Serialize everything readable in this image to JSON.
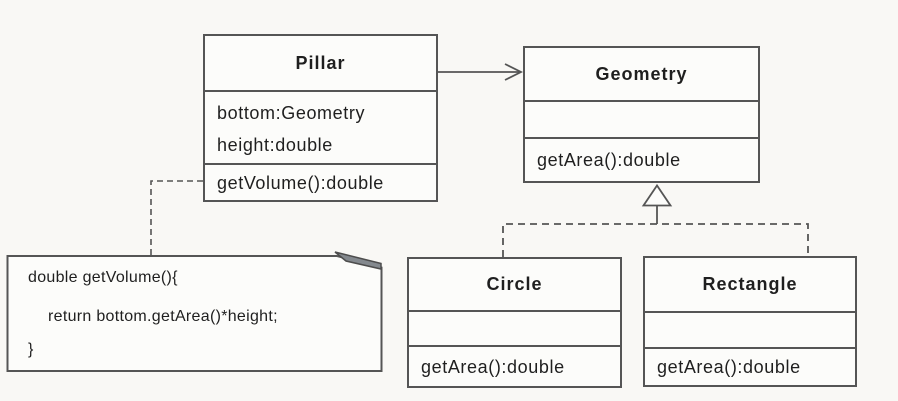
{
  "diagram": {
    "type": "uml-class-diagram",
    "classes": [
      {
        "name": "Pillar",
        "attributes": [
          "bottom:Geometry",
          "height:double"
        ],
        "methods": [
          "getVolume():double"
        ]
      },
      {
        "name": "Geometry",
        "attributes": [],
        "methods": [
          "getArea():double"
        ]
      },
      {
        "name": "Circle",
        "attributes": [],
        "methods": [
          "getArea():double"
        ]
      },
      {
        "name": "Rectangle",
        "attributes": [],
        "methods": [
          "getArea():double"
        ]
      }
    ],
    "note": {
      "lines": [
        "double getVolume(){",
        "return bottom.getArea()*height;",
        "}"
      ]
    },
    "relationships": [
      {
        "type": "association",
        "from": "Pillar",
        "to": "Geometry",
        "line": "solid",
        "head": "open-arrow"
      },
      {
        "type": "generalization",
        "from": "Circle",
        "to": "Geometry",
        "line": "dashed",
        "head": "hollow-triangle"
      },
      {
        "type": "generalization",
        "from": "Rectangle",
        "to": "Geometry",
        "line": "dashed",
        "head": "hollow-triangle"
      },
      {
        "type": "note-anchor",
        "from": "note",
        "to": "Pillar.getVolume():double",
        "line": "dashed"
      }
    ],
    "colors": {
      "line": "#555555",
      "text": "#1f1f1f",
      "box_fill": "#fcfcfa",
      "background": "#f9f8f5",
      "note_fold": "#84898e"
    }
  }
}
